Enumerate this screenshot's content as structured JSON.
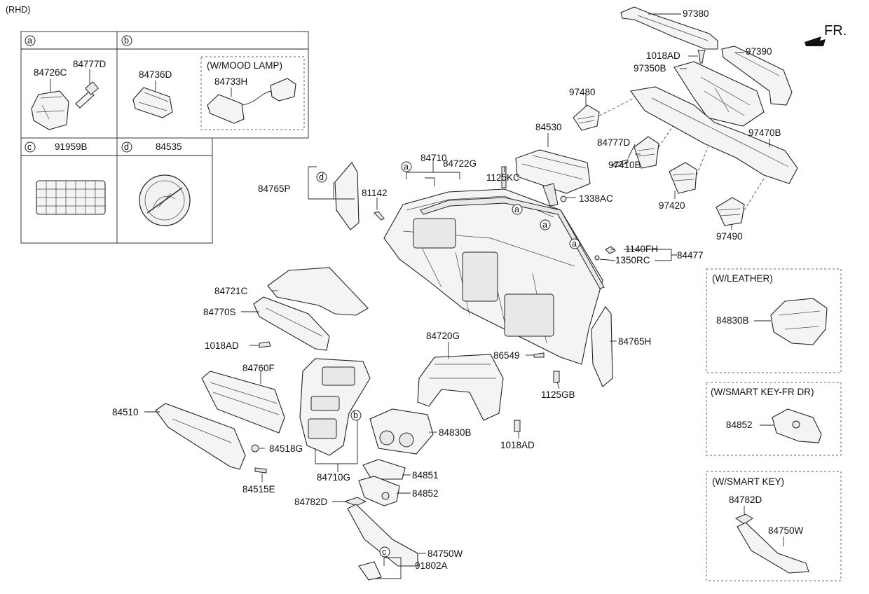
{
  "header": {
    "variant": "(RHD)",
    "direction": "FR."
  },
  "legend": {
    "a": {
      "key": "a",
      "parts": [
        "84726C",
        "84777D"
      ]
    },
    "b": {
      "key": "b",
      "parts": [
        "84736D"
      ],
      "option_title": "(W/MOOD LAMP)",
      "option_part": "84733H"
    },
    "c": {
      "key": "c",
      "part": "91959B"
    },
    "d": {
      "key": "d",
      "part": "84535"
    }
  },
  "callouts": {
    "a": "a",
    "b": "b",
    "c": "c",
    "d": "d"
  },
  "labels": {
    "p97380": "97380",
    "p97390": "97390",
    "p1018AD_top": "1018AD",
    "p97350B": "97350B",
    "p97480": "97480",
    "p97470B": "97470B",
    "p84777D": "84777D",
    "p97410B": "97410B",
    "p97420": "97420",
    "p97490": "97490",
    "p84530": "84530",
    "p1125KC": "1125KC",
    "p1338AC": "1338AC",
    "p84710": "84710",
    "p84722G": "84722G",
    "p81142": "81142",
    "p84765P": "84765P",
    "p1140FH": "1140FH",
    "p1350RC": "1350RC",
    "p84477": "84477",
    "p84721C": "84721C",
    "p84770S": "84770S",
    "p1018AD_left": "1018AD",
    "p84765H": "84765H",
    "p84720G": "84720G",
    "p86549": "86549",
    "p1125GB": "1125GB",
    "p84760F": "84760F",
    "p84510": "84510",
    "p84518G": "84518G",
    "p84515E": "84515E",
    "p84710G": "84710G",
    "p84830B": "84830B",
    "p1018AD_right": "1018AD",
    "p84851": "84851",
    "p84852": "84852",
    "p84782D": "84782D",
    "p84750W": "84750W",
    "p91802A": "91802A"
  },
  "options": {
    "leather": {
      "title": "(W/LEATHER)",
      "part": "84830B"
    },
    "smart_key_fr_dr": {
      "title": "(W/SMART KEY-FR DR)",
      "part": "84852"
    },
    "smart_key": {
      "title": "(W/SMART KEY)",
      "parts": [
        "84782D",
        "84750W"
      ]
    }
  }
}
